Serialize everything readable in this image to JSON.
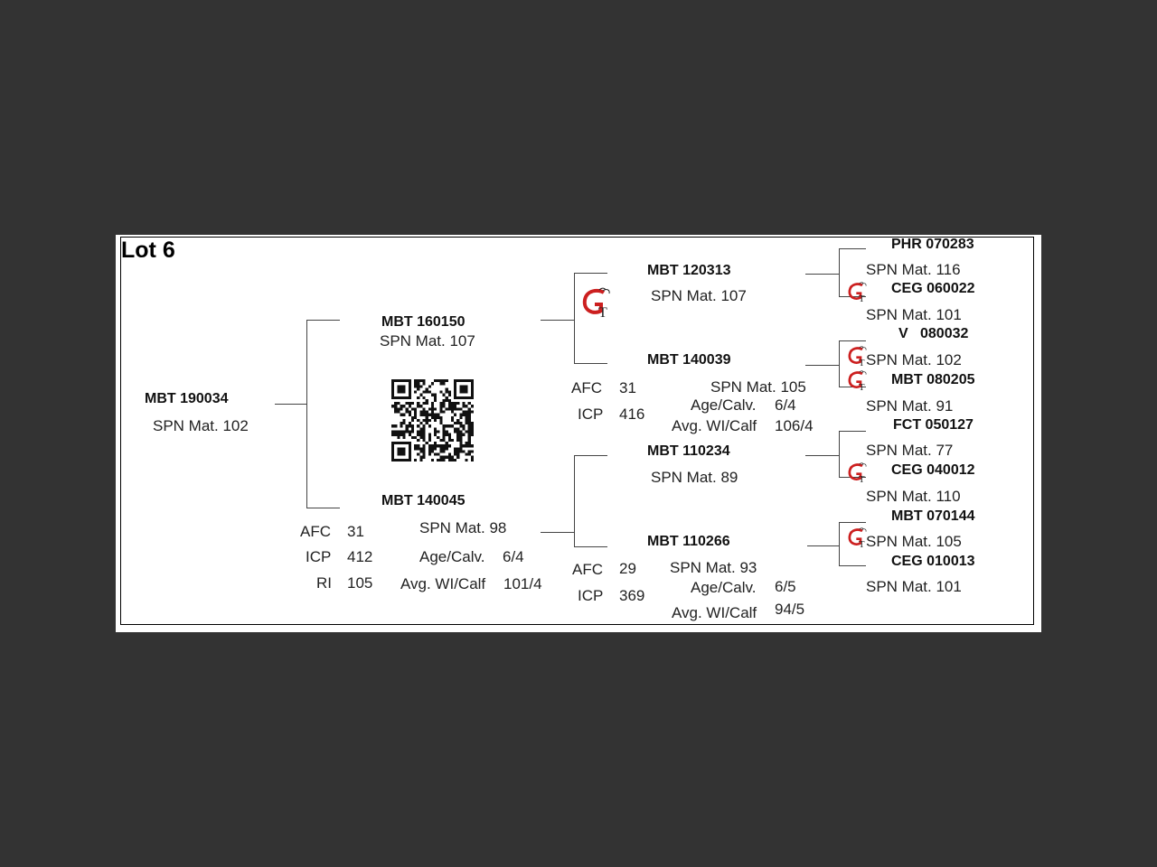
{
  "lot": "Lot 6",
  "animals": {
    "subject": {
      "id": "MBT 190034",
      "spn": "SPN Mat. 102"
    },
    "sire": {
      "id": "MBT 160150",
      "spn": "SPN Mat. 107"
    },
    "dam": {
      "id": "MBT 140045",
      "spn": "SPN Mat. 98"
    },
    "ss": {
      "id": "MBT 120313",
      "spn": "SPN Mat. 107"
    },
    "sd": {
      "id": "MBT 140039",
      "spn": "SPN Mat. 105"
    },
    "ds": {
      "id": "MBT 110234",
      "spn": "SPN Mat. 89"
    },
    "dd": {
      "id": "MBT 110266",
      "spn": "SPN Mat. 93"
    },
    "sss": {
      "id": "PHR 070283",
      "spn": "SPN Mat. 116"
    },
    "ssd": {
      "id": "CEG 060022",
      "spn": "SPN Mat. 101"
    },
    "sds": {
      "id": "V   080032",
      "spn": "SPN Mat. 102"
    },
    "sdd": {
      "id": "MBT 080205",
      "spn": "SPN Mat. 91"
    },
    "dss": {
      "id": "FCT 050127",
      "spn": "SPN Mat. 77"
    },
    "dsd": {
      "id": "CEG 040012",
      "spn": "SPN Mat. 110"
    },
    "dds": {
      "id": "MBT 070144",
      "spn": "SPN Mat. 105"
    },
    "ddd": {
      "id": "CEG 010013",
      "spn": "SPN Mat. 101"
    }
  },
  "stats": {
    "dam": {
      "afc_label": "AFC",
      "afc": "31",
      "icp_label": "ICP",
      "icp": "412",
      "ri_label": "RI",
      "ri": "105",
      "agecalv_label": "Age/Calv.",
      "agecalv": "6/4",
      "avgwi_label": "Avg. WI/Calf",
      "avgwi": "101/4"
    },
    "sd": {
      "afc_label": "AFC",
      "afc": "31",
      "icp_label": "ICP",
      "icp": "416",
      "agecalv_label": "Age/Calv.",
      "agecalv": "6/4",
      "avgwi_label": "Avg. WI/Calf",
      "avgwi": "106/4"
    },
    "dd": {
      "afc_label": "AFC",
      "afc": "29",
      "icp_label": "ICP",
      "icp": "369",
      "agecalv_label": "Age/Calv.",
      "agecalv": "6/5",
      "avgwi_label": "Avg. WI/Calf",
      "avgwi": "94/5"
    }
  },
  "logo_text": {
    "g": "G",
    "t": "T"
  },
  "colors": {
    "page_bg": "#333333",
    "card_bg": "#ffffff",
    "logo_red": "#cc1f1f",
    "logo_dark": "#222222"
  },
  "icons": [
    "qr-code-icon",
    "genetic-trust-logo-icon"
  ]
}
